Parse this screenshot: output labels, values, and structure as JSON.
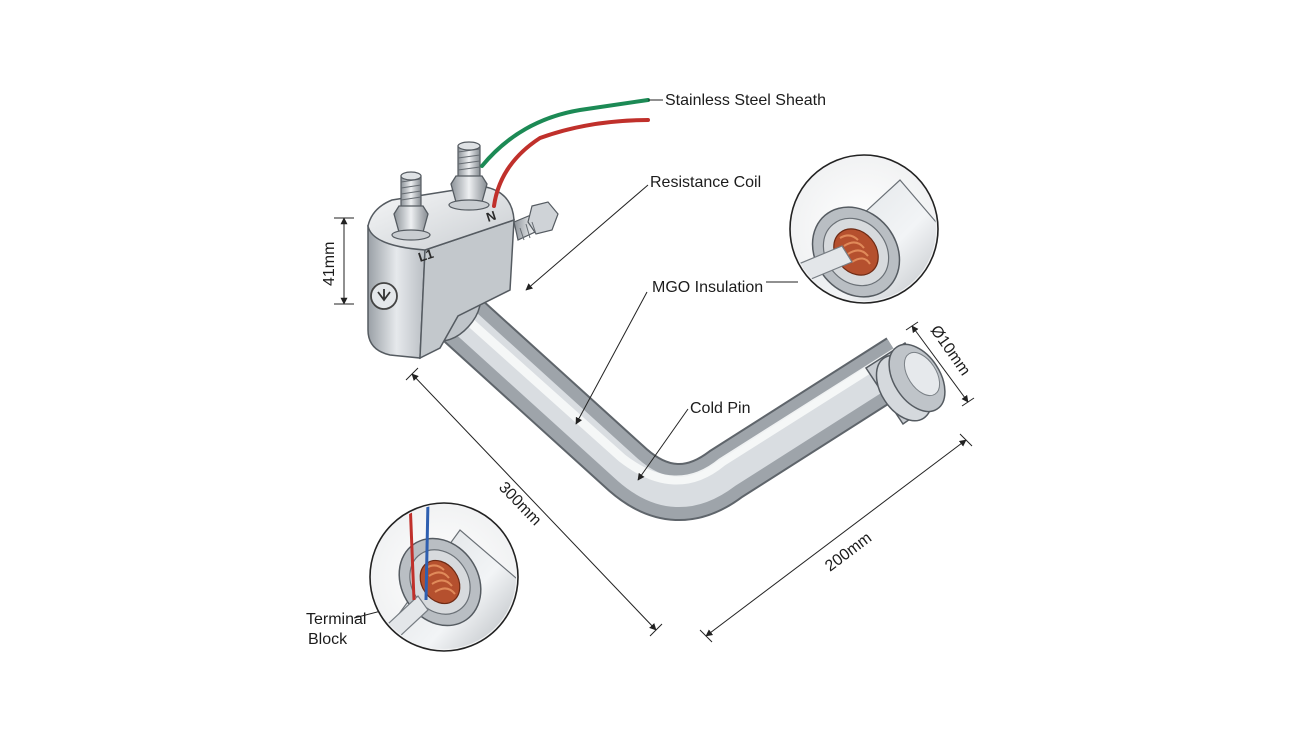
{
  "labels": {
    "sheath": "Stainless Steel Sheath",
    "coil": "Resistance Coil",
    "insulation": "MGO Insulation",
    "cold_pin": "Cold Pin",
    "terminal_line1": "Terminal",
    "terminal_line2": "Block"
  },
  "dimensions": {
    "height": "41mm",
    "diameter": "Ø10mm",
    "long_leg": "300mm",
    "short_leg": "200mm"
  },
  "terminals": {
    "left": "L1",
    "right": "N"
  },
  "colors": {
    "wire_green": "#1c8a55",
    "wire_red": "#c0302b",
    "wire_blue": "#2e5fb0",
    "coil": "#b5502e",
    "steel_dark": "#7d8389",
    "steel_light": "#f3f5f7"
  }
}
